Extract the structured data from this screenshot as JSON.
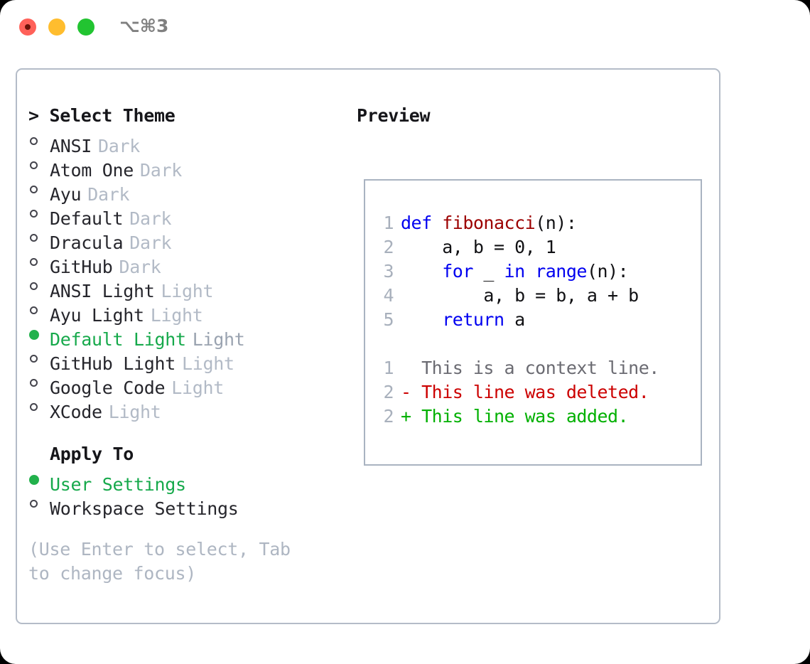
{
  "window": {
    "shortcut": "⌥⌘3",
    "traffic_lights": [
      "close",
      "minimize",
      "maximize"
    ],
    "accent_green": "#22b14c",
    "border_color": "#b4bcc8"
  },
  "theme_list": {
    "header": "> Select Theme",
    "items": [
      {
        "name": "ANSI",
        "tag": "Dark",
        "selected": false
      },
      {
        "name": "Atom One",
        "tag": "Dark",
        "selected": false
      },
      {
        "name": "Ayu",
        "tag": "Dark",
        "selected": false
      },
      {
        "name": "Default",
        "tag": "Dark",
        "selected": false
      },
      {
        "name": "Dracula",
        "tag": "Dark",
        "selected": false
      },
      {
        "name": "GitHub",
        "tag": "Dark",
        "selected": false
      },
      {
        "name": "ANSI Light",
        "tag": "Light",
        "selected": false
      },
      {
        "name": "Ayu Light",
        "tag": "Light",
        "selected": false
      },
      {
        "name": "Default Light",
        "tag": "Light",
        "selected": true
      },
      {
        "name": "GitHub Light",
        "tag": "Light",
        "selected": false
      },
      {
        "name": "Google Code",
        "tag": "Light",
        "selected": false
      },
      {
        "name": "XCode",
        "tag": "Light",
        "selected": false
      }
    ]
  },
  "apply_to": {
    "header": "Apply To",
    "items": [
      {
        "name": "User Settings",
        "selected": true
      },
      {
        "name": "Workspace Settings",
        "selected": false
      }
    ]
  },
  "hint": "(Use Enter to select, Tab to change focus)",
  "preview": {
    "title": "Preview",
    "code_lines": [
      {
        "lineno": "1",
        "tokens": [
          {
            "t": "def",
            "c": "kw"
          },
          {
            "t": " ",
            "c": "plain"
          },
          {
            "t": "fibonacci",
            "c": "fn"
          },
          {
            "t": "(n):",
            "c": "plain"
          }
        ]
      },
      {
        "lineno": "2",
        "tokens": [
          {
            "t": "    a, b = 0, 1",
            "c": "plain"
          }
        ]
      },
      {
        "lineno": "3",
        "tokens": [
          {
            "t": "    ",
            "c": "plain"
          },
          {
            "t": "for",
            "c": "kw"
          },
          {
            "t": " _ ",
            "c": "plain"
          },
          {
            "t": "in",
            "c": "kw"
          },
          {
            "t": " ",
            "c": "plain"
          },
          {
            "t": "range",
            "c": "kw"
          },
          {
            "t": "(n):",
            "c": "plain"
          }
        ]
      },
      {
        "lineno": "4",
        "tokens": [
          {
            "t": "        a, b = b, a + b",
            "c": "plain"
          }
        ]
      },
      {
        "lineno": "5",
        "tokens": [
          {
            "t": "    ",
            "c": "plain"
          },
          {
            "t": "return",
            "c": "kw"
          },
          {
            "t": " a",
            "c": "plain"
          }
        ]
      }
    ],
    "diff_lines": [
      {
        "lineno": "1",
        "marker": " ",
        "text": " This is a context line.",
        "kind": "ctx"
      },
      {
        "lineno": "2",
        "marker": "-",
        "text": " This line was deleted.",
        "kind": "del"
      },
      {
        "lineno": "2",
        "marker": "+",
        "text": " This line was added.",
        "kind": "add"
      }
    ]
  }
}
